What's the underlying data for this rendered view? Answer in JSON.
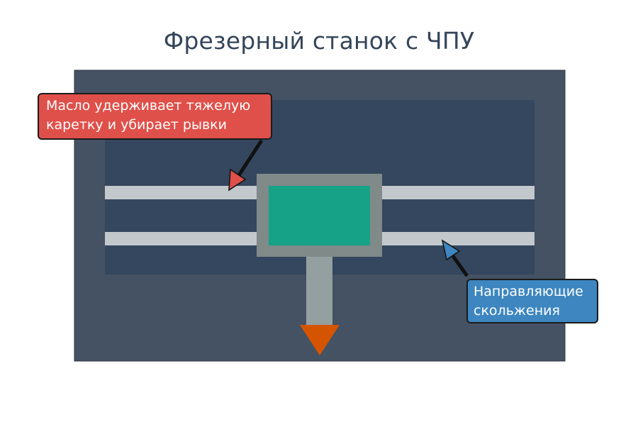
{
  "title": "Фрезерный станок с ЧПУ",
  "callouts": {
    "oil": {
      "line1": "Масло удерживает тяжелую",
      "line2": "каретку и убирает рывки",
      "color": "#e0504a"
    },
    "rails": {
      "line1": "Направляющие",
      "line2": "скольжения",
      "color": "#3d86c0"
    }
  },
  "colors": {
    "frame": "#445263",
    "bed": "#34475e",
    "rail": "#c3c8cd",
    "carriage_housing": "#7f8a89",
    "carriage_body": "#16a286",
    "spindle": "#949fa0",
    "cutter": "#d55400",
    "arrow_stroke": "#111111"
  }
}
